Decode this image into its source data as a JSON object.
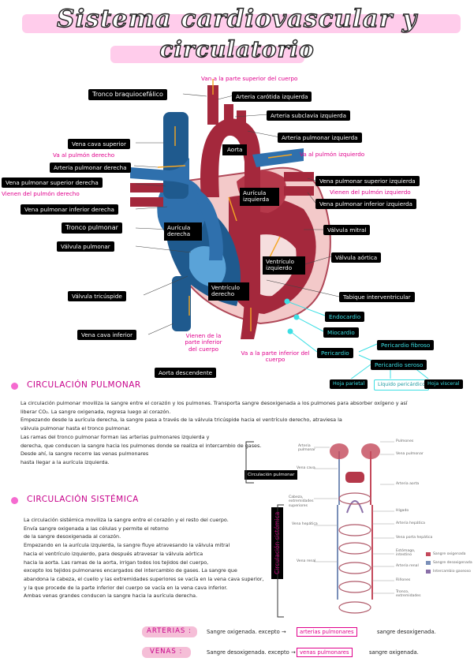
{
  "title": {
    "line1": "Sistema cardiovascular y",
    "line2": "circulatorio"
  },
  "heart": {
    "top_label": "Van a la parte superior del cuerpo",
    "labels_left": {
      "tronco_braquio": "Tronco braquiocefálico",
      "vena_cava_sup": "Vena cava superior",
      "van_pulmon_der": "Va al pulmón derecho",
      "arteria_pulm_der": "Arteria pulmonar derecha",
      "vena_pulm_sup_der": "Vena pulmonar superior derecha",
      "vienen_pulmon_der": "Vienen del pulmón derecho",
      "vena_pulm_inf_der": "Vena pulmonar inferior derecha",
      "tronco_pulmonar": "Tronco pulmonar",
      "valvula_pulmonar": "Válvula pulmonar",
      "valvula_tricuspide": "Válvula tricúspide",
      "vena_cava_inf": "Vena cava inferior"
    },
    "labels_right": {
      "arteria_carotida": "Arteria carótida izquierda",
      "arteria_subclavia": "Arteria subclavia izquierda",
      "arteria_pulm_izq": "Arteria pulmonar izquierda",
      "va_pulmon_izq": "Va al pulmón izquierdo",
      "vena_pulm_sup_izq": "Vena pulmonar superior izquierda",
      "vienen_pulmon_izq": "Vienen del pulmón izquierdo",
      "vena_pulm_inf_izq": "Vena pulmonar inferior izquierda",
      "valvula_mitral": "Válvula mitral",
      "valvula_aortica": "Válvula aórtica",
      "tabique": "Tabique interventricular",
      "endocardio": "Endocardio",
      "miocardio": "Miocardio",
      "pericardio": "Pericardio",
      "pericardio_fibroso": "Pericardio fibroso",
      "pericardio_seroso": "Pericardio seroso",
      "hoja_parietal": "Hoja parietal",
      "liquido_pericardico": "Líquido pericárdico",
      "hoja_visceral": "Hoja visceral"
    },
    "chambers": {
      "aorta": "Aorta",
      "auricula_izq": "Aurícula izquierda",
      "auricula_der": "Aurícula derecha",
      "ventriculo_izq": "Ventrículo izquierdo",
      "ventriculo_der": "Ventrículo derecho"
    },
    "bottom": {
      "vienen_inferior": "Vienen de la parte inferior del cuerpo",
      "van_inferior": "Va a la parte inferior del cuerpo",
      "aorta_desc": "Aorta descendente"
    }
  },
  "pulmonar": {
    "heading": "CIRCULACIÓN PULMONAR",
    "lines": [
      "La circulación pulmonar moviliza la sangre entre el corazón y los pulmones. Transporta sangre desoxigenada a los pulmones para absorber oxígeno y así",
      "liberar CO₂. La sangre oxigenada, regresa luego al corazón.",
      "Empezando desde la aurícula derecha, la sangre pasa a través de la válvula tricúspide hacia el ventrículo derecho, atraviesa la",
      "válvula pulmonar hasta el tronco pulmonar.",
      "Las ramas del tronco pulmonar forman las arterias pulmonares izquierda y",
      "derecha, que conducen la sangre hacia los pulmones donde se realiza el intercambio de gases.",
      "Desde ahí, la sangre recorre las venas pulmonares",
      "hasta llegar a la aurícula izquierda."
    ],
    "badge": "Circulación pulmonar"
  },
  "sistemica": {
    "heading": "CIRCULACIÓN SISTÉMICA",
    "lines": [
      "La circulación sistémica moviliza la sangre entre el corazón y el resto del cuerpo.",
      "Envía sangre oxigenada a las células y permite el retorno",
      "de la sangre desoxigenada al corazón.",
      "Empezando en la aurícula izquierda, la sangre fluye atravesando la válvula mitral",
      "hacia el ventrículo izquierdo, para después atravesar la válvula aórtica",
      "hacia la aorta. Las ramas de la aorta, irrigan todos los tejidos del cuerpo,",
      "excepto los tejidos pulmonares encargados del intercambio de gases. La sangre que",
      "abandona la cabeza, el cuello y las extremidades superiores se vacía en la vena cava superior,",
      "y la que procede de la parte inferior del cuerpo se vacía en la vena cava inferior.",
      "Ambas venas grandes conducen la sangre hacia la aurícula derecha."
    ],
    "badge": "Circulación sistémica"
  },
  "circ_diagram": {
    "labels_left": [
      "Arteria pulmonar",
      "Vena cava",
      "Cabeza, extremidades superiores",
      "Vena hepática",
      "Vena renal"
    ],
    "labels_right": [
      "Pulmones",
      "Vena pulmonar",
      "Arteria aorta",
      "Hígado",
      "Arteria hepática",
      "Vena porta hepática",
      "Estómago, intestino",
      "Arteria renal",
      "Riñones",
      "Tronco, extremidades"
    ],
    "legend": [
      "Sangre oxigenada",
      "Sangre desoxigenada",
      "Intercambio gaseoso"
    ],
    "legend_colors": [
      "#c4495b",
      "#7a8fb8",
      "#8a6fa8"
    ]
  },
  "summary": {
    "arterias_label": "ARTERIAS :",
    "arterias_text": "Sangre oxigenada. excepto →",
    "arterias_box": "arterias pulmonares",
    "arterias_tail": "sangre desoxigenada.",
    "venas_label": "VENAS :",
    "venas_text": "Sangre desoxigenada. excepto →",
    "venas_box": "venas pulmonares",
    "venas_tail": "sangre oxigenada."
  }
}
